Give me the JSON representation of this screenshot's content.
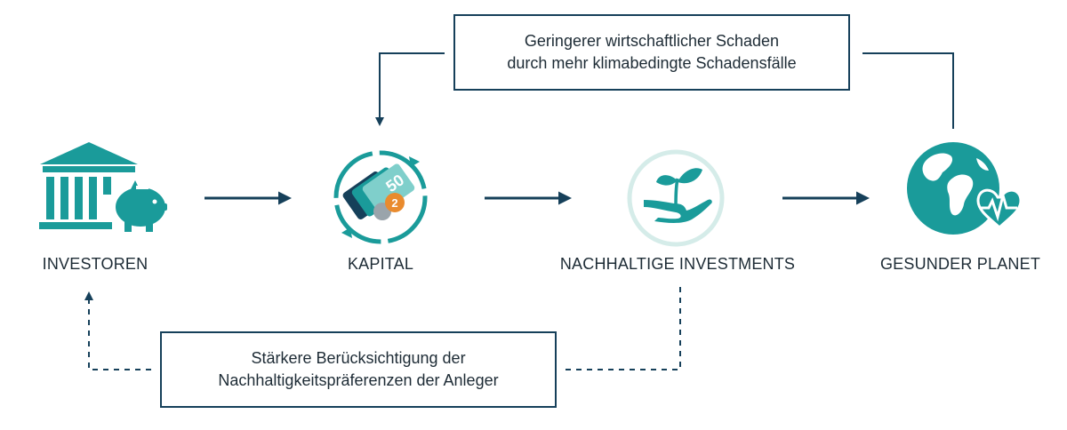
{
  "nodes": [
    {
      "id": "investoren",
      "label": "INVESTOREN",
      "icon": "bank-piggybank-icon"
    },
    {
      "id": "kapital",
      "label": "KAPITAL",
      "icon": "money-cycle-icon"
    },
    {
      "id": "nachhaltige",
      "label": "NACHHALTIGE INVESTMENTS",
      "icon": "hand-plant-icon"
    },
    {
      "id": "gesunder",
      "label": "GESUNDER PLANET",
      "icon": "globe-heart-icon"
    }
  ],
  "feedback_top": {
    "line1": "Geringerer wirtschaftlicher Schaden",
    "line2": "durch mehr klimabedingte Schadensfälle"
  },
  "feedback_bottom": {
    "line1": "Stärkere Berücksichtigung der",
    "line2": "Nachhaltigkeitspräferenzen der Anleger"
  },
  "banknote_value": "50",
  "coin_value": "2",
  "colors": {
    "teal": "#1a9b9a",
    "teal_light": "#7fcfcb",
    "navy": "#16405a",
    "text": "#1d2b35"
  }
}
